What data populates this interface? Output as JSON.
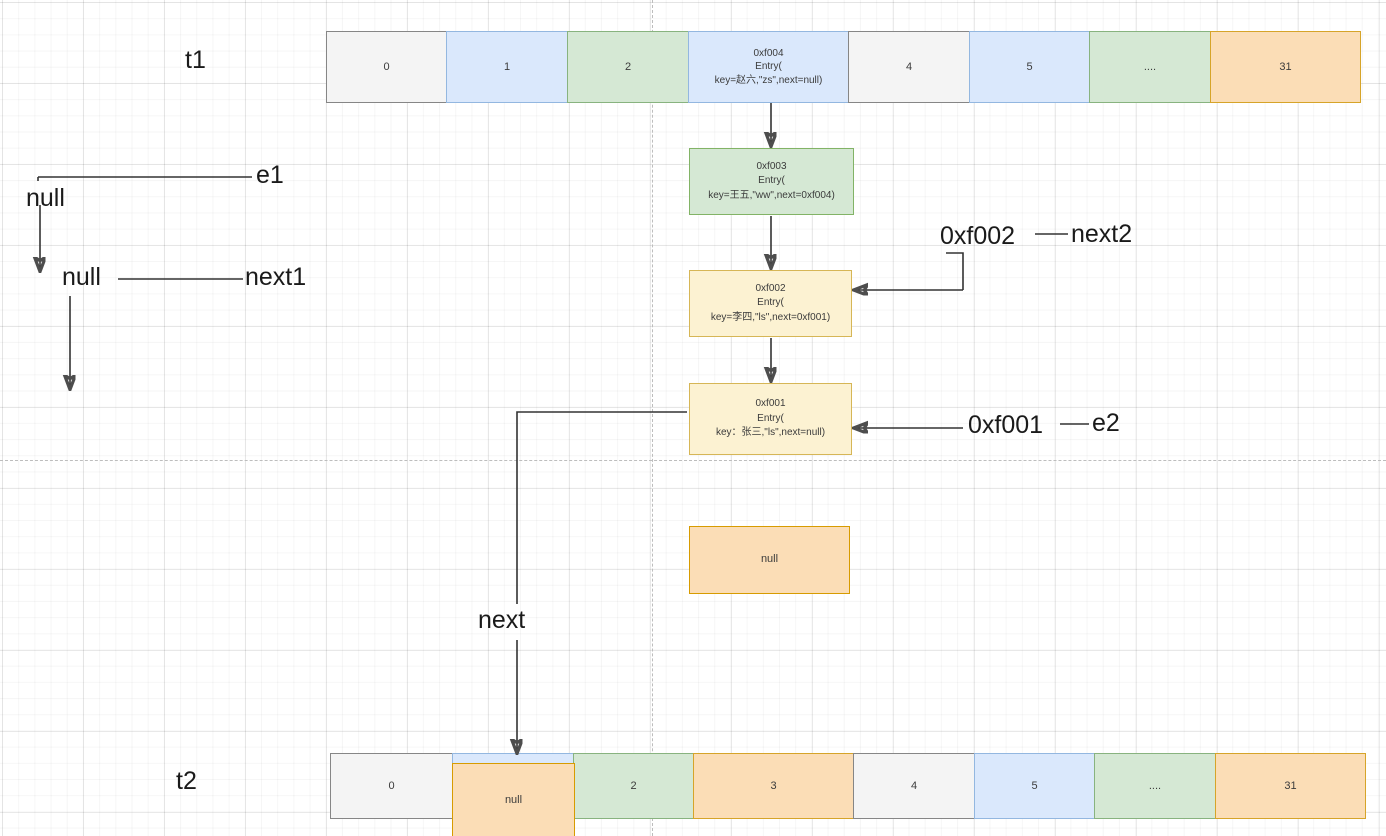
{
  "diagram": {
    "title": "HashMap resize / rehash entry chain",
    "colors": {
      "gray_fill": "#f4f4f4",
      "gray_stroke": "#868686",
      "blue_fill": "#dae8fc",
      "blue_stroke": "#93b7e0",
      "green_fill": "#d5e8d4",
      "green_stroke": "#82b366",
      "orange_fill": "#fbddb6",
      "orange_stroke": "#d79b00",
      "yellow_fill": "#fcf2d2",
      "yellow_stroke": "#d6b656",
      "line": "#4d4d4d",
      "grid": "#ebebeb"
    }
  },
  "tables": {
    "t1": {
      "label": "t1",
      "cells": [
        {
          "index": "0",
          "color": "gray",
          "text": "0",
          "entry": null
        },
        {
          "index": "1",
          "color": "blue",
          "text": "1",
          "entry": null
        },
        {
          "index": "2",
          "color": "green",
          "text": "2",
          "entry": null
        },
        {
          "index": "3",
          "color": "blue",
          "text": "",
          "entry": {
            "addr": "0xf004",
            "type": "Entry(",
            "body": "key=赵六,\"zs\",next=null)"
          }
        },
        {
          "index": "4",
          "color": "gray",
          "text": "4",
          "entry": null
        },
        {
          "index": "5",
          "color": "blue",
          "text": "5",
          "entry": null
        },
        {
          "index": "6",
          "color": "green",
          "text": "....",
          "entry": null
        },
        {
          "index": "31",
          "color": "orange",
          "text": "31",
          "entry": null
        }
      ]
    },
    "t2": {
      "label": "t2",
      "cells": [
        {
          "index": "0",
          "color": "gray",
          "text": "0"
        },
        {
          "index": "1",
          "color": "blue",
          "text": ""
        },
        {
          "index": "2",
          "color": "green",
          "text": "2"
        },
        {
          "index": "3",
          "color": "orange",
          "text": "3"
        },
        {
          "index": "4",
          "color": "gray",
          "text": "4"
        },
        {
          "index": "5",
          "color": "blue",
          "text": "5"
        },
        {
          "index": "6",
          "color": "green",
          "text": "...."
        },
        {
          "index": "31",
          "color": "orange",
          "text": "31"
        }
      ]
    }
  },
  "nodes": [
    {
      "id": "f003",
      "color": "green",
      "addr": "0xf003",
      "type": "Entry(",
      "body": "key=王五,\"ww\",next=0xf004)"
    },
    {
      "id": "f002",
      "color": "yellow",
      "addr": "0xf002",
      "type": "Entry(",
      "body": "key=李四,\"ls\",next=0xf001)"
    },
    {
      "id": "f001",
      "color": "yellow",
      "addr": "0xf001",
      "type": "Entry(",
      "body": "key：张三,\"ls\",next=null)"
    }
  ],
  "null_boxes": {
    "middle": {
      "text": "null",
      "color": "orange"
    },
    "t2_slot1": {
      "text": "null",
      "color": "orange"
    }
  },
  "labels": {
    "t1": "t1",
    "t2": "t2",
    "e1": "e1",
    "e2": "e2",
    "next1": "next1",
    "next2": "next2",
    "next": "next",
    "null_e1": "null",
    "null_next1": "null",
    "addr_next2": "0xf002",
    "addr_e2": "0xf001"
  }
}
